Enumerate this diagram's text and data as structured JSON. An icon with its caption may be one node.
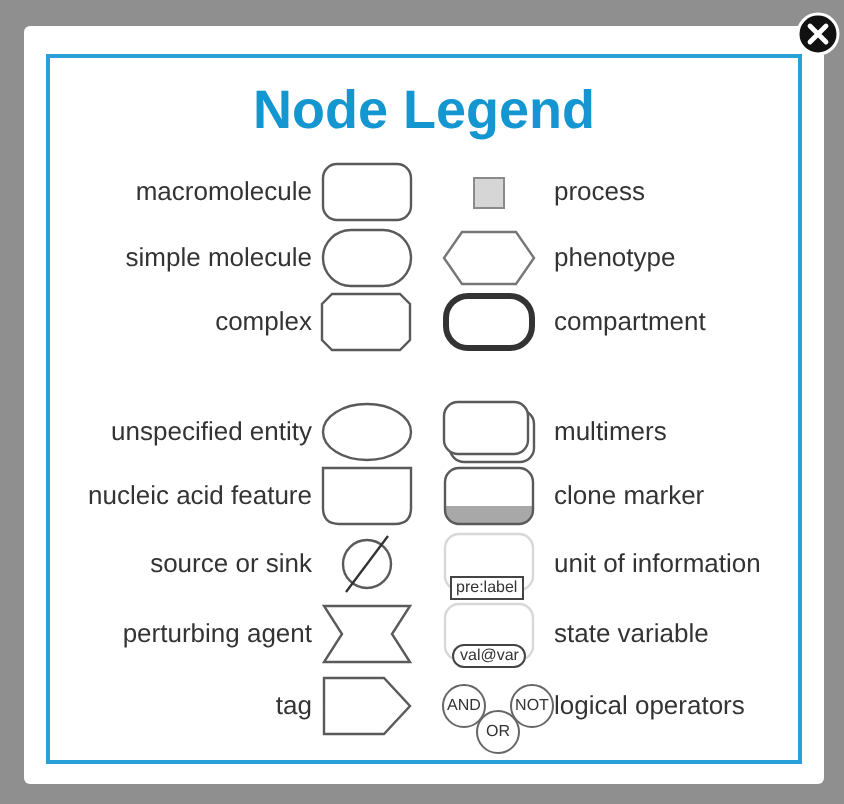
{
  "diagram": {
    "title": "Node Legend",
    "legend": [
      {
        "text": "macromolecule"
      },
      {
        "text": "process"
      },
      {
        "text": "simple molecule"
      },
      {
        "text": "phenotype"
      },
      {
        "text": "complex"
      },
      {
        "text": "compartment"
      },
      {
        "text": "unspecified entity"
      },
      {
        "text": "multimers"
      },
      {
        "text": "nucleic acid feature"
      },
      {
        "text": "clone marker"
      },
      {
        "text": "source or sink"
      },
      {
        "text": "unit of information"
      },
      {
        "text": "perturbing agent"
      },
      {
        "text": "state variable"
      },
      {
        "text": "tag"
      },
      {
        "text": "logical operators"
      }
    ],
    "labels": [
      "pre:label",
      "val@var",
      "AND",
      "OR",
      "NOT"
    ]
  }
}
